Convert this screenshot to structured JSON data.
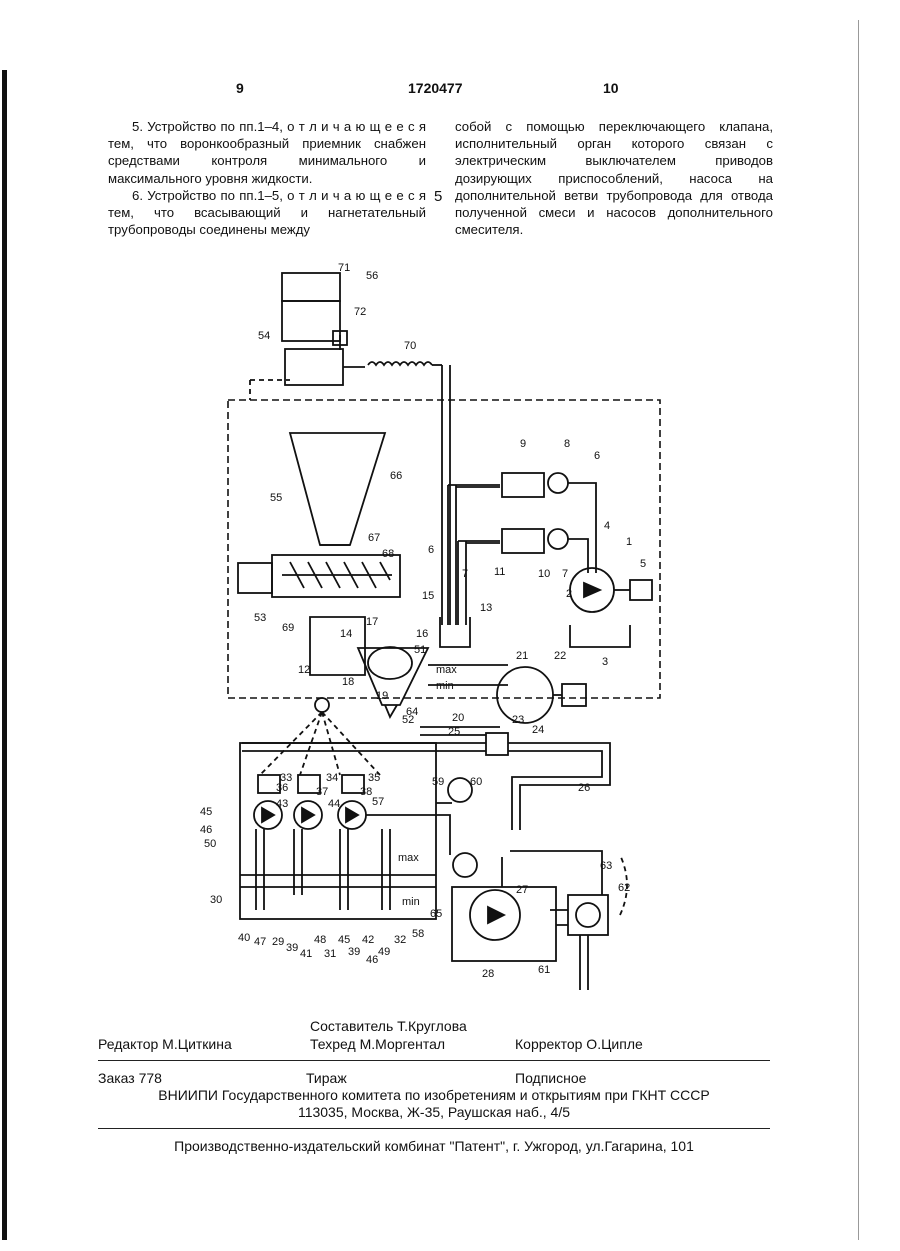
{
  "header": {
    "page_left": "9",
    "patent_no": "1720477",
    "page_right": "10"
  },
  "left_column": [
    "5. Устройство по пп.1–4, о т л и ч а ю щ е е с я тем, что воронкообразный приемник снабжен средствами контроля минимального и максимального уровня жидкости.",
    "6. Устройство по пп.1–5, о т л и ч а ю щ е е с я тем, что всасывающий и нагнетательный трубопроводы соединены между"
  ],
  "line_marker": "5",
  "right_column": "собой с помощью переключающего клапана, исполнительный орган которого связан с электрическим выключателем приводов дозирующих приспособлений, насоса на дополнительной ветви трубопровода для отвода полученной смеси и насосов дополнительного смесителя.",
  "diagram": {
    "level_max": "max",
    "level_min": "min",
    "labels": [
      "71",
      "56",
      "72",
      "54",
      "70",
      "66",
      "55",
      "67",
      "68",
      "53",
      "69",
      "9",
      "8",
      "6",
      "11",
      "10",
      "7",
      "4",
      "1",
      "5",
      "2",
      "3",
      "6",
      "7",
      "15",
      "13",
      "16",
      "14",
      "17",
      "12",
      "51",
      "18",
      "19",
      "52",
      "64",
      "20",
      "25",
      "21",
      "22",
      "23",
      "24",
      "26",
      "33",
      "34",
      "35",
      "36",
      "37",
      "38",
      "43",
      "44",
      "57",
      "45",
      "46",
      "50",
      "59",
      "60",
      "65",
      "27",
      "63",
      "62",
      "30",
      "40",
      "47",
      "29",
      "39",
      "41",
      "48",
      "31",
      "45",
      "39",
      "42",
      "46",
      "49",
      "32",
      "58",
      "28",
      "61"
    ]
  },
  "credits": {
    "compiler": "Составитель Т.Круглова",
    "editor": "Редактор М.Циткина",
    "techred": "Техред М.Моргентал",
    "corrector": "Корректор О.Ципле"
  },
  "imprint": {
    "order": "Заказ 778",
    "circulation": "Тираж",
    "subscription": "Подписное",
    "org": "ВНИИПИ Государственного комитета по изобретениям и открытиям при ГКНТ СССР",
    "address": "113035, Москва, Ж-35, Раушская наб., 4/5"
  },
  "publisher": "Производственно-издательский комбинат \"Патент\", г. Ужгород, ул.Гагарина, 101"
}
